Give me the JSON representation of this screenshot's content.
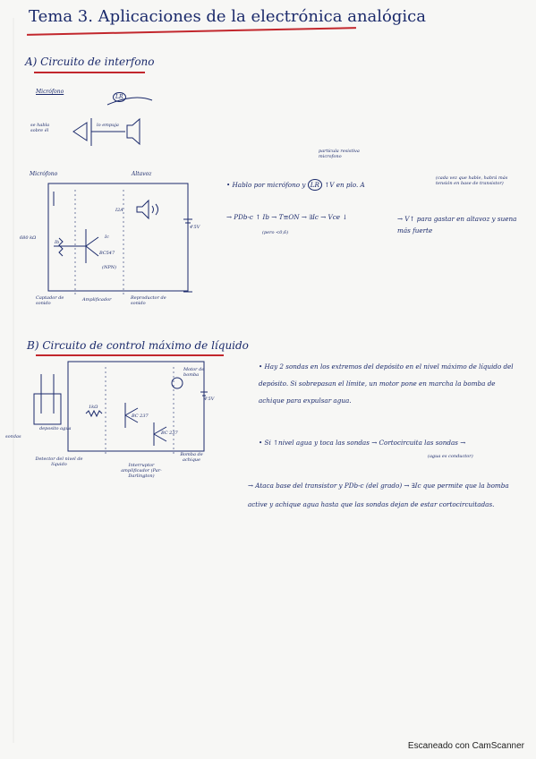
{
  "title": "Tema 3. Aplicaciones de la electrónica analógica",
  "sectionA": {
    "heading": "A) Circuito de interfono",
    "microfono": "Micrófono",
    "ldr_label": "LR",
    "habla": "se habla sobre él",
    "empuja": "lo empuja",
    "particula": "partícula resistiva microfono",
    "microfono2": "Micrófono",
    "altavoz": "Altavoz",
    "r_label": "680 kΩ",
    "bc547": "BC547",
    "npn": "(NPN)",
    "v45": "4'5V",
    "ib": "Ib",
    "ic": "Ic",
    "i2a": "I2A",
    "labels": [
      "Captador de sonido",
      "Amplificador",
      "Reproductor de sonido"
    ],
    "note1": "Hablo por micrófono y",
    "note1b": "↑V en plo. A",
    "note1c": "(cada vez que hable, habrá más tensión en base de transistor)",
    "note2": "→ PDb-c ↑ Ib → T≡ON → ∃Ic → Vce ↓",
    "note2b": "→ V↑ para gastar en altavoz y suena más fuerte",
    "note2c": "(pero <0,6)"
  },
  "sectionB": {
    "heading": "B) Circuito de control máximo de líquido",
    "sondas": "sondas",
    "deposito": "deposito agua",
    "r1ka": "1kΩ",
    "bc1": "BC 237",
    "bc2": "BC 237",
    "v45": "4'5V",
    "motor": "Motor de bomba",
    "labels": [
      "Detector del nivel de líquido",
      "Interruptor amplificador (Par-Darlington)",
      "Bomba de achique"
    ],
    "note1": "Hay 2 sondas en los extremos del depósito en el nivel máximo de líquido del depósito. Si sobrepasan el límite, un motor pone en marcha la bomba de achique para expulsar agua.",
    "note2": "Si ↑nivel agua y toca las sondas → Cortocircuita las sondas →",
    "note2b": "(agua es conductor)",
    "note3": "→ Ataca base del transistor y PDb-c (del grado) → ∃Ic que permite que la bomba active y achique agua hasta que las sondas dejan de estar cortocircuitadas."
  },
  "footer": "Escaneado con CamScanner"
}
